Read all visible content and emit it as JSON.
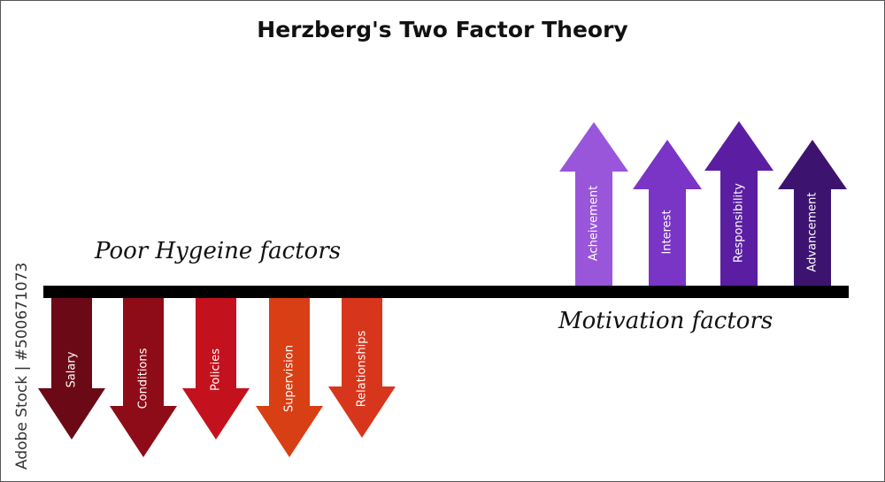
{
  "title": "Herzberg's Two Factor Theory",
  "hygiene_label": "Poor Hygeine factors",
  "motivation_label": "Motivation factors",
  "watermark": "Adobe Stock | #500671073",
  "hygiene_factors": [
    {
      "label": "Salary",
      "color": "#6b0a16"
    },
    {
      "label": "Conditions",
      "color": "#8e0c18"
    },
    {
      "label": "Policies",
      "color": "#c3121d"
    },
    {
      "label": "Supervision",
      "color": "#d93f14"
    },
    {
      "label": "Relationships",
      "color": "#d8361c"
    }
  ],
  "motivation_factors": [
    {
      "label": "Acheivement",
      "color": "#9956da"
    },
    {
      "label": "Interest",
      "color": "#7a34c6"
    },
    {
      "label": "Responsibility",
      "color": "#5b1ea3"
    },
    {
      "label": "Advancement",
      "color": "#3c1470"
    }
  ]
}
